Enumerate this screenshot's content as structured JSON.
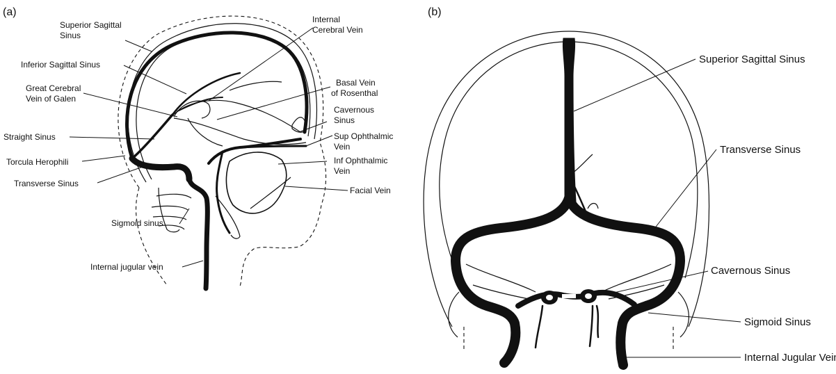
{
  "panels": {
    "a": {
      "tag": "(a)",
      "labels": {
        "superior_sagittal_sinus": [
          "Superior Sagittal",
          "Sinus"
        ],
        "inferior_sagittal_sinus": "Inferior Sagittal Sinus",
        "great_cerebral_vein": [
          "Great Cerebral",
          "Vein of Galen"
        ],
        "straight_sinus": "Straight Sinus",
        "torcula_herophili": "Torcula Herophili",
        "transverse_sinus": "Transverse Sinus",
        "sigmoid_sinus": "Sigmoid sinus",
        "internal_jugular_vein": "Internal jugular vein",
        "internal_cerebral_vein": [
          "Internal",
          "Cerebral Vein"
        ],
        "basal_vein_rosenthal": [
          "Basal Vein",
          "of Rosenthal"
        ],
        "cavernous_sinus": [
          "Cavernous",
          "Sinus"
        ],
        "sup_ophthalmic_vein": [
          "Sup Ophthalmic",
          "Vein"
        ],
        "inf_ophthalmic_vein": [
          "Inf Ophthalmic",
          "Vein"
        ],
        "facial_vein": "Facial Vein"
      }
    },
    "b": {
      "tag": "(b)",
      "labels": {
        "superior_sagittal_sinus": "Superior Sagittal Sinus",
        "transverse_sinus": "Transverse Sinus",
        "cavernous_sinus": "Cavernous Sinus",
        "sigmoid_sinus": "Sigmoid Sinus",
        "internal_jugular_vein": "Internal Jugular Vein"
      }
    }
  }
}
